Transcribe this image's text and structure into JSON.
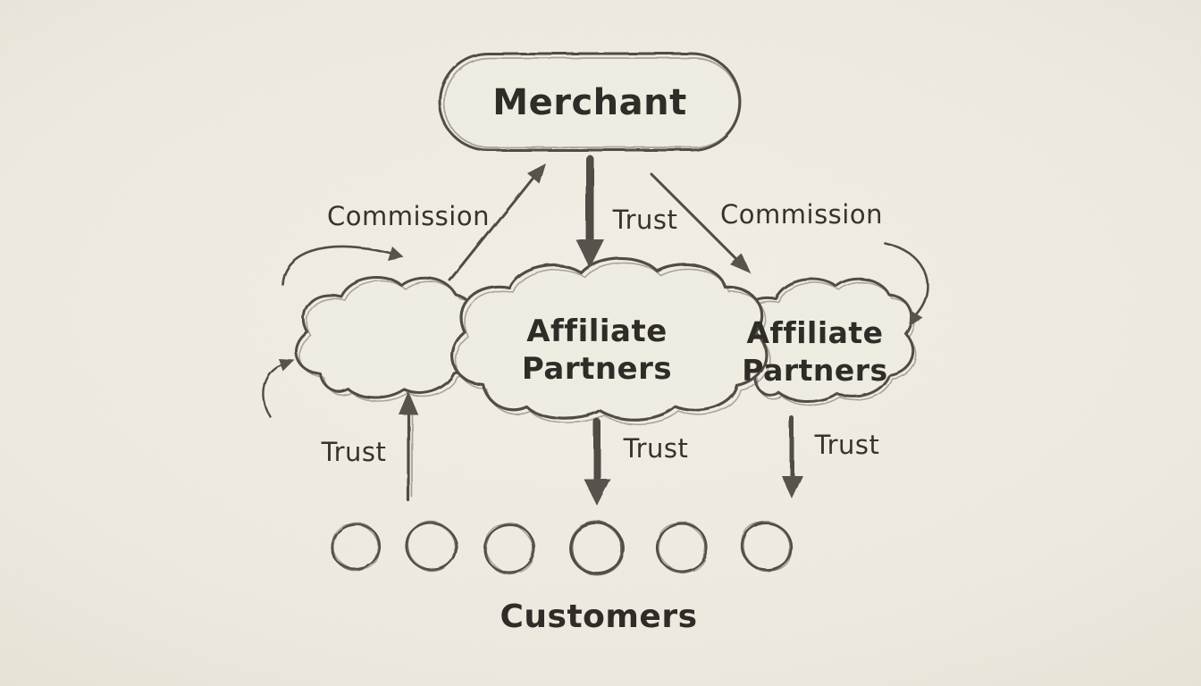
{
  "diagram": {
    "background_color": "#eeeae0",
    "ink_color": "#504c45",
    "nodes": {
      "merchant": {
        "label": "Merchant"
      },
      "affiliate_center": {
        "line1": "Affiliate",
        "line2": "Partners"
      },
      "affiliate_right": {
        "line1": "Affiliate",
        "line2": "Partners"
      },
      "customers": {
        "label": "Customers"
      }
    },
    "edge_labels": {
      "commission_left": "Commission",
      "trust_merchant_down": "Trust",
      "commission_right": "Commission",
      "trust_customers_up_left": "Trust",
      "trust_center_down": "Trust",
      "trust_right_down": "Trust"
    }
  }
}
